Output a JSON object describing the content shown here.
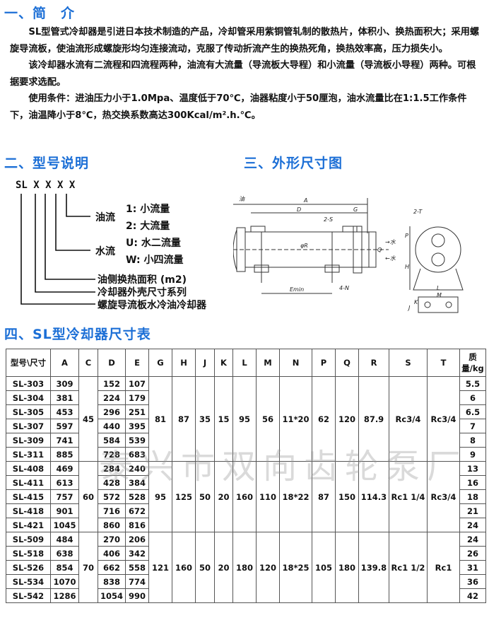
{
  "sections": {
    "intro_title": "一、简　介",
    "model_title": "二、型号说明",
    "outline_title": "三、外形尺寸图",
    "table_title": "四、SL型冷却器尺寸表"
  },
  "intro": {
    "p1": "SL型管式冷却器是引进日本技术制造的产品，冷却管采用紫铜管轧制的散热片，体积小、换热面积大；采用螺旋导流板，使油流形成螺旋形均匀连接流动，克服了传动折流产生的换热死角，换热效率高，压力损失小。",
    "p2": "该冷却器水流有二流程和四流程两种，油流有大流量（导流板大导程）和小流量（导流板小导程）两种。可根据要求选配。",
    "p3": "使用条件：进油压力小于1.0Mpa、温度低于70℃，油器粘度小于50厘泡，油水流量比在1:1.5工作条件下，油温降小于8℃，热交换系数高达300Kcal/m².h.℃。"
  },
  "model_code": {
    "code": "SL X X X X",
    "oil_flow": "油流",
    "oil_1": "1: 小流量",
    "oil_2": "2: 大流量",
    "water_flow": "水流",
    "water_u": "U: 水二流量",
    "water_w": "W: 小四流量",
    "area": "油侧换热面积 (m2)",
    "shell": "冷却器外壳尺寸系列",
    "type": "螺旋导流板水冷油冷却器"
  },
  "drawing_labels": {
    "oil_in": "油",
    "A": "A",
    "D": "D",
    "G": "G",
    "two_s": "2-S",
    "phiR": "φR",
    "Q": "Q",
    "water_out": "→水",
    "water_in": "←水",
    "E": "Emin",
    "four_n": "4-N",
    "two_t": "2-T",
    "P": "P",
    "H": "H",
    "L": "L",
    "M": "M",
    "K": "K",
    "J": "J"
  },
  "table": {
    "headers": [
      "型号\\尺寸",
      "A",
      "C",
      "D",
      "E",
      "G",
      "H",
      "J",
      "K",
      "L",
      "M",
      "N",
      "P",
      "Q",
      "R",
      "S",
      "T",
      "质量/kg"
    ],
    "groups": [
      {
        "C": "45",
        "G": "81",
        "H": "87",
        "J": "35",
        "K": "15",
        "L": "95",
        "M": "56",
        "N": "11*20",
        "P": "62",
        "Q": "120",
        "R": "87.9",
        "S": "Rc3/4",
        "T": "Rc3/4",
        "rows": [
          [
            "SL-303",
            "309",
            "152",
            "107",
            "5.5"
          ],
          [
            "SL-304",
            "381",
            "224",
            "179",
            "6"
          ],
          [
            "SL-305",
            "453",
            "296",
            "251",
            "6.5"
          ],
          [
            "SL-307",
            "597",
            "440",
            "395",
            "7"
          ],
          [
            "SL-309",
            "741",
            "584",
            "539",
            "8"
          ],
          [
            "SL-311",
            "885",
            "728",
            "683",
            "9"
          ]
        ]
      },
      {
        "C": "60",
        "G": "95",
        "H": "125",
        "J": "50",
        "K": "20",
        "L": "160",
        "M": "110",
        "N": "18*22",
        "P": "87",
        "Q": "150",
        "R": "114.3",
        "S": "Rc1 1/4",
        "T": "Rc3/4",
        "rows": [
          [
            "SL-408",
            "469",
            "284",
            "240",
            "13"
          ],
          [
            "SL-411",
            "613",
            "428",
            "384",
            "16"
          ],
          [
            "SL-415",
            "757",
            "572",
            "528",
            "18"
          ],
          [
            "SL-418",
            "901",
            "716",
            "672",
            "21"
          ],
          [
            "SL-421",
            "1045",
            "860",
            "816",
            "24"
          ]
        ]
      },
      {
        "C": "70",
        "G": "121",
        "H": "160",
        "J": "50",
        "K": "20",
        "L": "180",
        "M": "120",
        "N": "18*25",
        "P": "105",
        "Q": "180",
        "R": "139.8",
        "S": "Rc1 1/2",
        "T": "Rc1",
        "rows": [
          [
            "SL-509",
            "484",
            "270",
            "206",
            "24"
          ],
          [
            "SL-518",
            "638",
            "406",
            "342",
            "26"
          ],
          [
            "SL-526",
            "854",
            "662",
            "558",
            "31"
          ],
          [
            "SL-534",
            "1070",
            "838",
            "774",
            "36"
          ],
          [
            "SL-542",
            "1286",
            "1054",
            "990",
            "42"
          ]
        ]
      }
    ]
  },
  "watermark": "泰兴市双向齿轮泵厂",
  "colors": {
    "heading": "#1c6fd6"
  }
}
